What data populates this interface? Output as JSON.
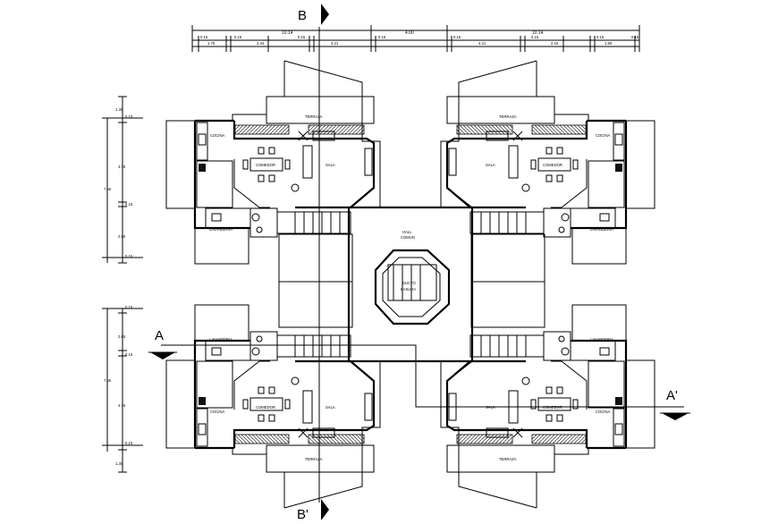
{
  "section_markers": {
    "b_top": "B",
    "b_bottom": "B'",
    "a_left": "A",
    "a_right": "A'"
  },
  "top_dimensions": {
    "overall_left": "10.14",
    "overall_center": "4.00",
    "overall_right": "10.14",
    "row2_left": [
      "0.15",
      "0.15",
      "0.15",
      "0.15"
    ],
    "row2_right": [
      "0.15",
      "0.15",
      "0.15",
      "0.15"
    ],
    "row3_left": [
      "1.75",
      "2.44",
      "4.21"
    ],
    "row3_right": [
      "4.21",
      "2.44",
      "1.80"
    ]
  },
  "side_dimensions": {
    "upper_total": "7.55",
    "upper_parts": [
      "1.35",
      "0.15",
      "4.75",
      "0.15",
      "2.65",
      "0.15"
    ],
    "lower_total": "7.55",
    "lower_parts": [
      "0.15",
      "2.65",
      "0.15",
      "4.75",
      "0.15",
      "1.35"
    ]
  },
  "room_labels": {
    "terraza": "TERRAZA",
    "comedor": "COMEDOR",
    "sala": "SALA",
    "cocina": "COCINA",
    "lavanderia": "LAVANDERIA",
    "hall_line1": "HALL",
    "hall_line2": "COMUN",
    "ducto_line1": "DUCTO",
    "ducto_line2": "BASURA"
  }
}
